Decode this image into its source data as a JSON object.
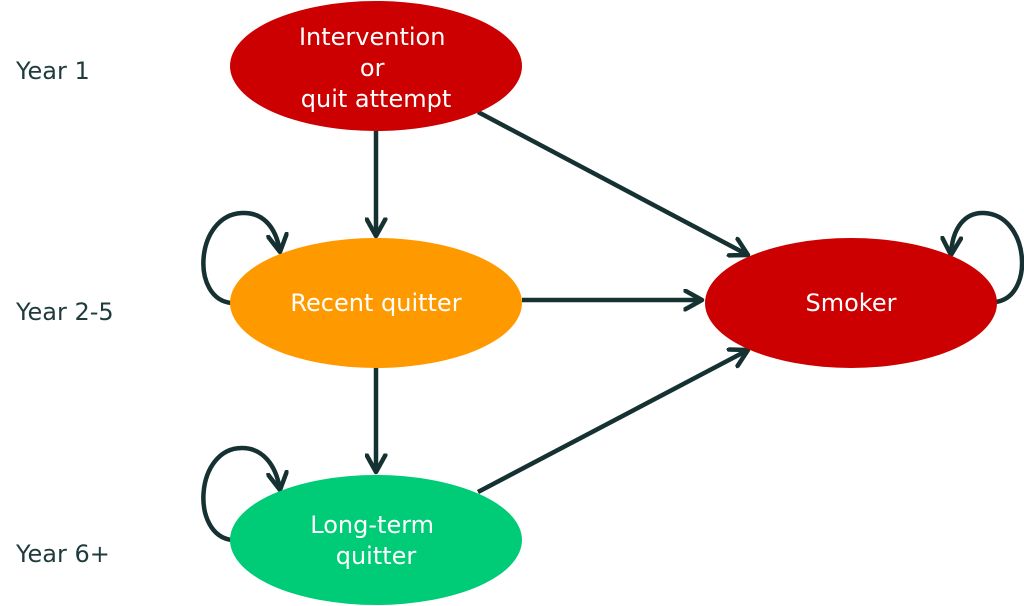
{
  "row_labels": {
    "year1": "Year 1",
    "year2_5": "Year 2-5",
    "year6plus": "Year 6+"
  },
  "nodes": {
    "intervention": {
      "lines": [
        "Intervention",
        "or",
        "quit attempt"
      ],
      "color": "#cc0000"
    },
    "recent_quitter": {
      "lines": [
        "Recent quitter"
      ],
      "color": "#ff9900"
    },
    "long_term_quitter": {
      "lines": [
        "Long-term",
        "quitter"
      ],
      "color": "#00cc77"
    },
    "smoker": {
      "lines": [
        "Smoker"
      ],
      "color": "#cc0000"
    }
  },
  "edge_color": "#163131"
}
